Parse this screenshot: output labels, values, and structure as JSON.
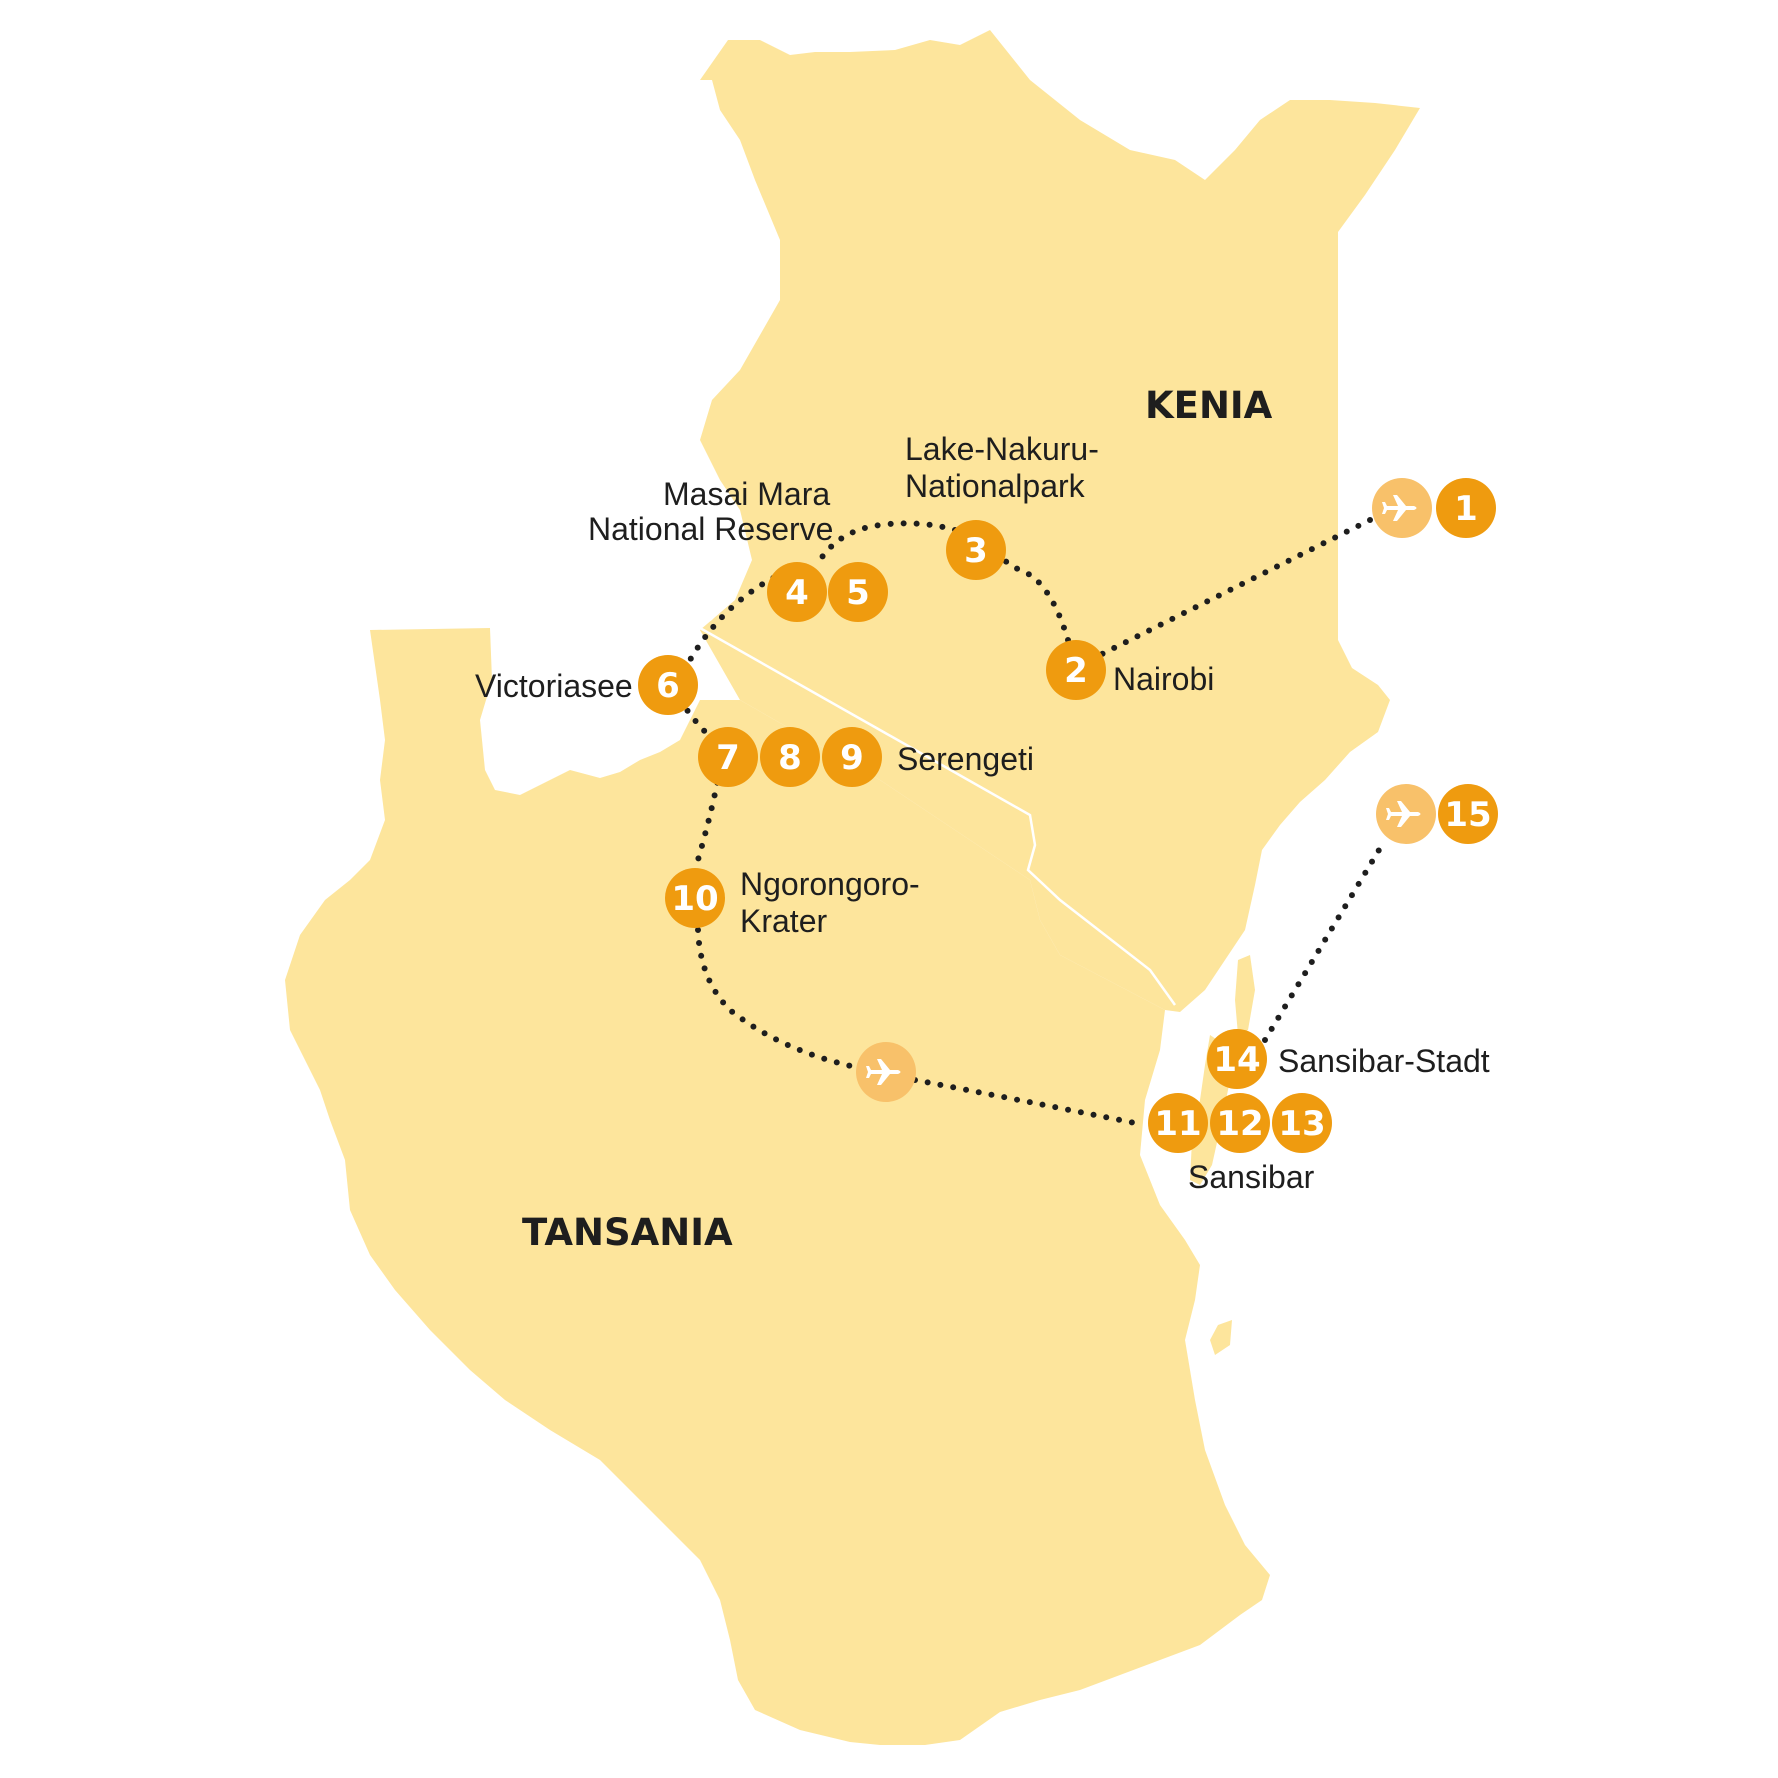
{
  "colors": {
    "land": "#fde59c",
    "border": "#ffffff",
    "route": "#1e1e1e",
    "marker": "#ef9b0f",
    "flight_marker": "#f8c16a",
    "label": "#1e1e1e"
  },
  "countries": {
    "kenya": "KENIA",
    "tanzania": "TANSANIA"
  },
  "places": {
    "nakuru_line1": "Lake-Nakuru-",
    "nakuru_line2": "Nationalpark",
    "masai_line1": "Masai Mara",
    "masai_line2": "National Reserve",
    "nairobi": "Nairobi",
    "victoriasee": "Victoriasee",
    "serengeti": "Serengeti",
    "ngorongoro_line1": "Ngorongoro-",
    "ngorongoro_line2": "Krater",
    "sansibar_stadt": "Sansibar-Stadt",
    "sansibar": "Sansibar"
  },
  "stops": {
    "s1": "1",
    "s2": "2",
    "s3": "3",
    "s4": "4",
    "s5": "5",
    "s6": "6",
    "s7": "7",
    "s8": "8",
    "s9": "9",
    "s10": "10",
    "s11": "11",
    "s12": "12",
    "s13": "13",
    "s14": "14",
    "s15": "15"
  },
  "icons": {
    "flight": "airplane-icon"
  }
}
